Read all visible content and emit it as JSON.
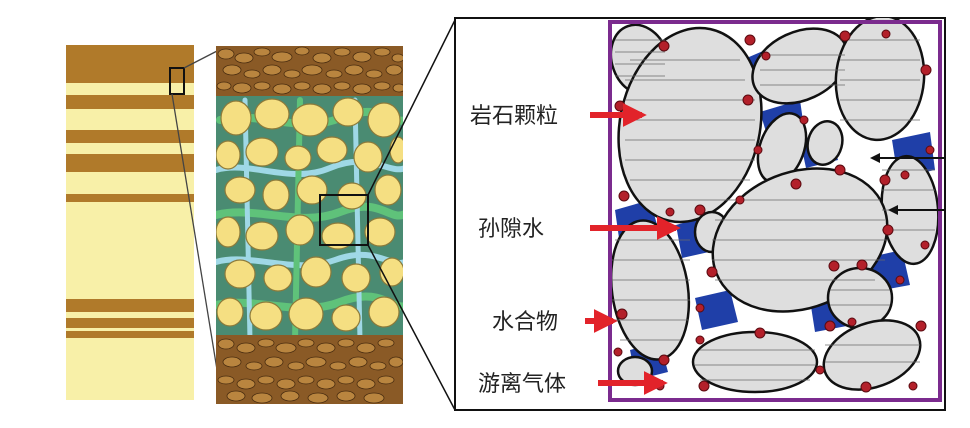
{
  "labels": {
    "rock_grain": "岩石颗粒",
    "pore_water": "孙隙水",
    "hydrate": "水合物",
    "free_gas": "游离气体"
  },
  "colors": {
    "brown": "#b07a2a",
    "cream": "#f8f0a8",
    "grain_yellow": "#f5df82",
    "green": "#4db56a",
    "blue": "#1f3fa8",
    "hydrate_red": "#b3202a",
    "arrow_red": "#e2232a",
    "frame_purple": "#7b2b8e",
    "grain_gray": "#dedede"
  }
}
